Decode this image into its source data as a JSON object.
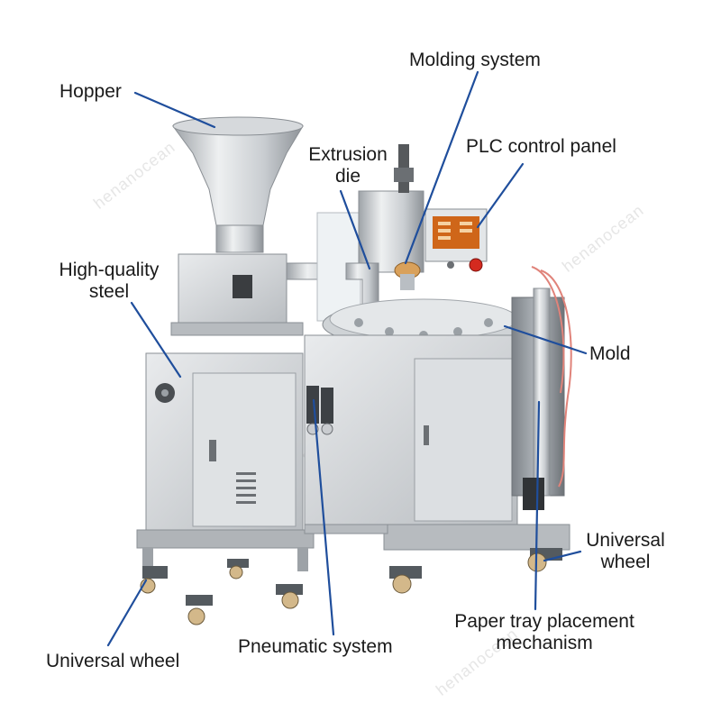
{
  "labels": {
    "hopper": "Hopper",
    "molding_system": "Molding system",
    "extrusion_die": "Extrusion die",
    "plc_control_panel": "PLC control panel",
    "high_quality_steel": "High-quality steel",
    "mold": "Mold",
    "universal_wheel_right": "Universal wheel",
    "paper_tray_mechanism": "Paper tray placement mechanism",
    "pneumatic_system": "Pneumatic system",
    "universal_wheel_left": "Universal wheel"
  },
  "watermark": "henanocean",
  "colors": {
    "leader_line": "#1f4e9c",
    "steel_light": "#e4e6e8",
    "steel_mid": "#c2c6ca",
    "steel_dark": "#8e9398",
    "screen": "#d96a1c",
    "emergency_stop": "#d42a1f"
  }
}
